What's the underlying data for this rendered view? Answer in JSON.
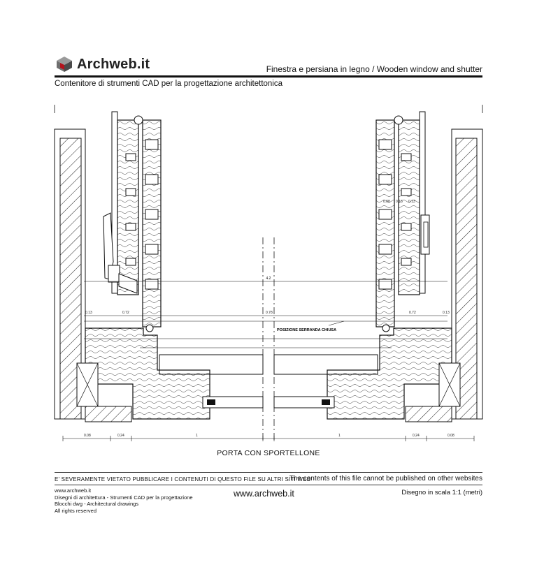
{
  "header": {
    "brand": "Archweb.it",
    "title": "Finestra e persiana in legno  /  Wooden window and shutter",
    "subtitle": "Contenitore di strumenti CAD per la progettazione architettonica"
  },
  "drawing": {
    "caption": "PORTA CON SPORTELLONE",
    "label_closed": "POSIZIONE SERRANDA CHIUSA",
    "dims_top": [
      "0.13",
      "0.72",
      "0.78",
      "0.72",
      "0.13"
    ],
    "dim_center_top": "4.2",
    "dims_bottom": [
      "0.08",
      "0.24",
      "1",
      "1",
      "0.24",
      "0.08"
    ],
    "dim_small": [
      "0.08",
      "0.15",
      "0.13"
    ]
  },
  "footer": {
    "warning_it": "E' SEVERAMENTE VIETATO PUBBLICARE I CONTENUTI DI QUESTO FILE SU ALTRI SITI WEB",
    "warning_en": "The contents of this file cannot be published on other websites",
    "credits": [
      "www.archweb.it",
      "Disegni di architettura - Strumenti CAD  per la progettazione",
      "Blocchi dwg - Architectural drawings",
      "All rights reserved"
    ],
    "site": "www.archweb.it",
    "scale": "Disegno in scala 1:1 (metri)"
  },
  "colors": {
    "ink": "#111111",
    "logo_red": "#b3121b",
    "logo_grey": "#8a8a8a"
  }
}
